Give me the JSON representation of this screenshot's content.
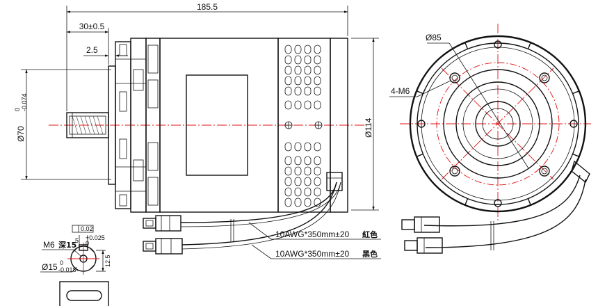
{
  "dimensions": {
    "overall_length": "185.5",
    "shaft_length": "30±0.5",
    "flange_thickness": "2.5",
    "shaft_dia_main": "Ø70",
    "shaft_tol_upper": "0",
    "shaft_tol_lower": "-0.074",
    "body_dia": "Ø114",
    "pcd": "Ø85",
    "mount_holes": "4-M6"
  },
  "shaft_detail": {
    "thread": "M6",
    "depth_label": "深15",
    "key_tol": "+0.025",
    "key_tol_lower": "0",
    "key_width": "5",
    "key_box": "0.02",
    "dia": "Ø15",
    "dia_tol_upper": "0",
    "dia_tol_lower": "-0.018",
    "height": "12.5"
  },
  "wires": [
    {
      "spec": "10AWG*350mm±20",
      "color": "紅色"
    },
    {
      "spec": "10AWG*350mm±20",
      "color": "黑色"
    }
  ],
  "colors": {
    "line": "#111111",
    "centerline": "#e01010",
    "paper": "#ffffff"
  }
}
